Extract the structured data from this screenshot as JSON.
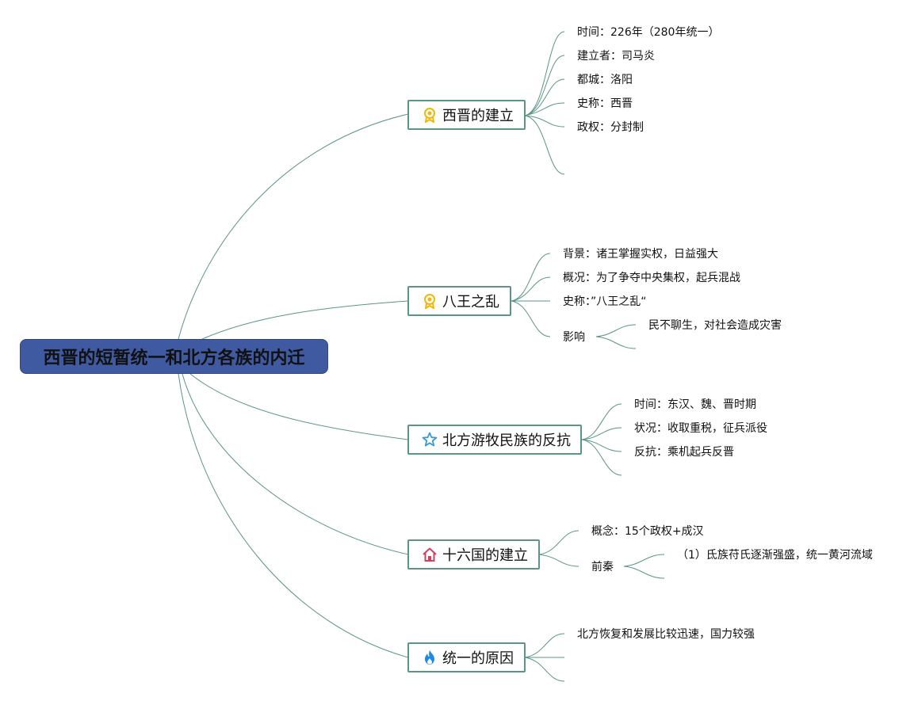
{
  "root": {
    "title": "西晋的短暂统一和北方各族的内迁"
  },
  "branches": [
    {
      "title": "西晋的建立",
      "icon": "ribbon-icon",
      "items": [
        "时间：226年（280年统一）",
        "建立者：司马炎",
        "都城：洛阳",
        "史称：西晋",
        "政权：分封制"
      ]
    },
    {
      "title": "八王之乱",
      "icon": "ribbon-icon",
      "items": [
        "背景：诸王掌握实权，日益强大",
        "概况：为了争夺中央集权，起兵混战",
        "史称：”八王之乱“",
        "影响"
      ],
      "sub": [
        "民不聊生，对社会造成灾害"
      ]
    },
    {
      "title": "北方游牧民族的反抗",
      "icon": "star-icon",
      "items": [
        "时间：东汉、魏、晋时期",
        "状况：收取重税，征兵派役",
        "反抗：乘机起兵反晋"
      ]
    },
    {
      "title": "十六国的建立",
      "icon": "house-icon",
      "items": [
        "概念：15个政权+成汉",
        "前秦"
      ],
      "sub": [
        "（1）氐族苻氏逐渐强盛，统一黄河流域"
      ]
    },
    {
      "title": "统一的原因",
      "icon": "flame-icon",
      "items": [
        "北方恢复和发展比较迅速，国力较强"
      ]
    }
  ],
  "colors": {
    "line": "#5a9585",
    "root_fill": "#3f5aa1",
    "ribbon": "#f2b705",
    "star": "#3a9ad9",
    "house": "#d0405f",
    "flame": "#1e88e5"
  }
}
